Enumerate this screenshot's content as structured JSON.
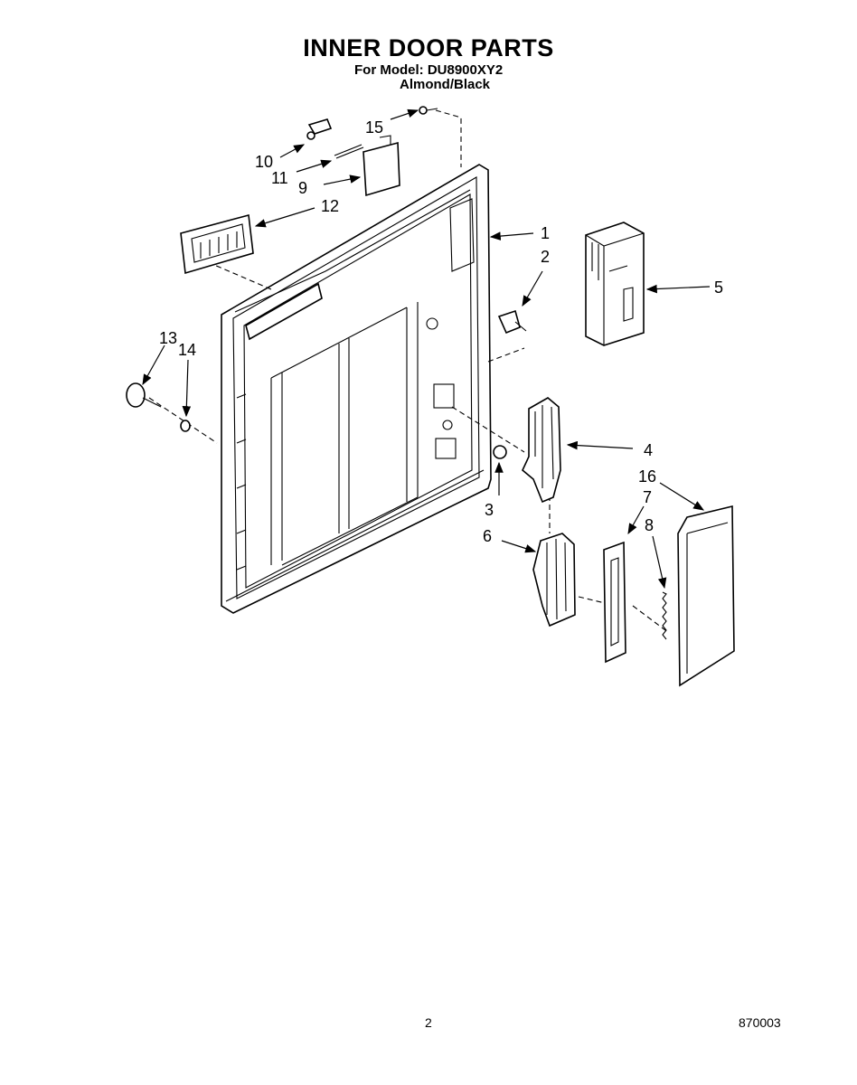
{
  "header": {
    "title": "INNER DOOR PARTS",
    "model_line": "For Model: DU8900XY2",
    "color_line": "Almond/Black"
  },
  "callouts": [
    "1",
    "2",
    "3",
    "4",
    "5",
    "6",
    "7",
    "8",
    "9",
    "10",
    "11",
    "12",
    "13",
    "14",
    "15",
    "16"
  ],
  "footer": {
    "page_number": "2",
    "document_number": "870003"
  }
}
